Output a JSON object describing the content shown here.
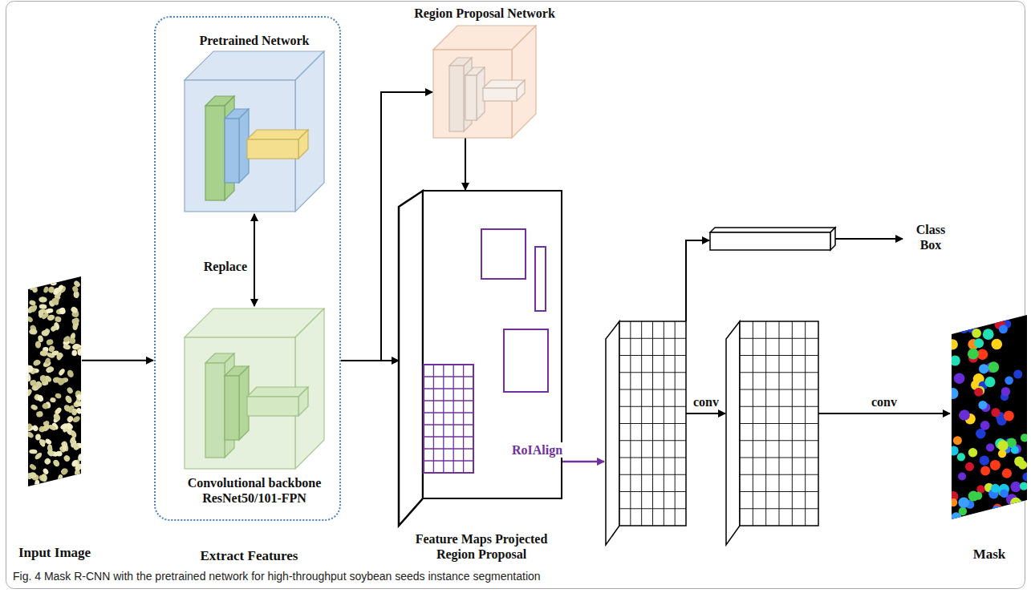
{
  "diagram": {
    "caption": "Fig. 4 Mask R-CNN with the pretrained network for high-throughput soybean seeds instance segmentation",
    "nodes": [
      {
        "text": [
          "Input Image"
        ]
      },
      {
        "text": [
          "Extract Features"
        ]
      },
      {
        "text": [
          "Pretrained Network"
        ],
        "in": 1
      },
      {
        "text": [
          "Convolutional backbone ResNet50/101-FPN"
        ],
        "in": 1
      },
      {
        "text": [
          "Region Proposal Network"
        ]
      },
      {
        "text": [
          "Feature Maps Projected Region Proposal"
        ]
      },
      {
        "text": [
          "Mask"
        ]
      }
    ],
    "edges": [
      {
        "from": 0,
        "to": 1,
        "arrow": "to"
      },
      {
        "from": 2,
        "to": 3,
        "label": "Replace",
        "arrow": "both"
      },
      {
        "from": 1,
        "to": 5,
        "arrow": "to"
      },
      {
        "from": 1,
        "to": 4,
        "arrow": "to"
      },
      {
        "from": 4,
        "to": 5,
        "arrow": "to"
      }
    ],
    "labels": [
      "RoIAlign",
      "conv",
      "conv",
      "Class Box"
    ]
  }
}
